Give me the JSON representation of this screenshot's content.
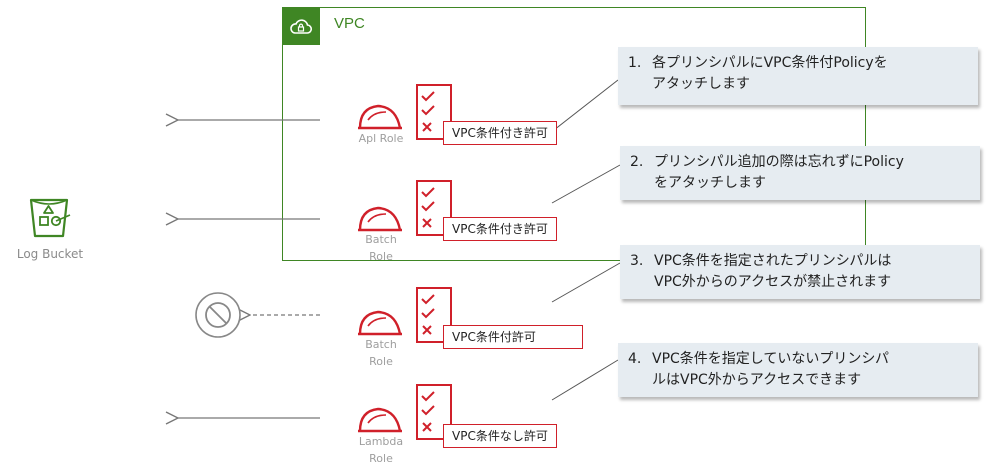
{
  "vpc": {
    "title": "VPC"
  },
  "bucket": {
    "label": "Log Bucket",
    "icon": "s3-bucket-icon"
  },
  "colors": {
    "vpc_green": "#3f8624",
    "policy_red": "#d0202a",
    "note_bg": "#e6ecf1",
    "arrow": "#777777",
    "muted_text": "#9e9e9e"
  },
  "roles": [
    {
      "label": "Apl Role",
      "policy": "VPC条件付き許可",
      "access": "allowed"
    },
    {
      "label": "Batch\nRole",
      "policy": "VPC条件付き許可",
      "access": "allowed"
    },
    {
      "label": "Batch\nRole",
      "policy": "VPC条件付許可",
      "access": "denied"
    },
    {
      "label": "Lambda\nRole",
      "policy": "VPC条件なし許可",
      "access": "allowed"
    }
  ],
  "notes": [
    {
      "num": "1.",
      "line1": "各プリンシパルにVPC条件付Policyを",
      "line2": "アタッチします"
    },
    {
      "num": "2.",
      "line1": "プリンシパル追加の際は忘れずにPolicy",
      "line2": "をアタッチします"
    },
    {
      "num": "3.",
      "line1": "VPC条件を指定されたプリンシパルは",
      "line2": "VPC外からのアクセスが禁止されます"
    },
    {
      "num": "4.",
      "line1": "VPC条件を指定していないプリンシパ",
      "line2": "ルはVPC外からアクセスできます"
    }
  ]
}
